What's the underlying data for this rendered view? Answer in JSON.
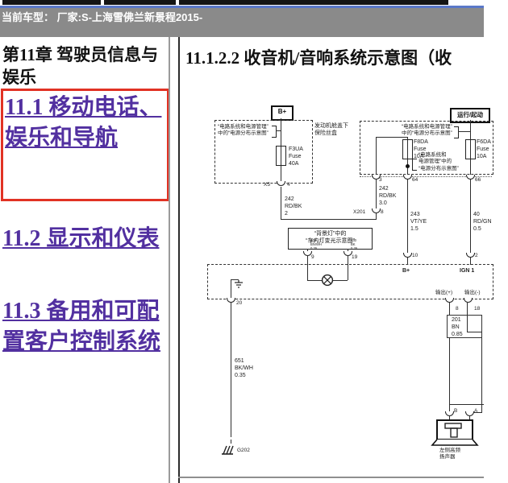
{
  "titlebar": {
    "model_info": "当前车型：  厂家:S-上海雪佛兰新景程2015-"
  },
  "sidebar": {
    "chapter_title": "第11章 驾驶员信息与娱乐",
    "links": [
      {
        "label": "11.1 移动电话、娱乐和导航",
        "highlighted": true
      },
      {
        "label": "11.2 显示和仪表",
        "highlighted": false
      },
      {
        "label": "11.3 备用和可配置客户控制系统",
        "highlighted": false
      }
    ]
  },
  "content": {
    "section_title": "11.1.2.2 收音机/音响系统示意图（收"
  },
  "diagram": {
    "battery_feed": "B+",
    "run_start": "运行/起动",
    "engine_fusebox": "发动机舱盖下\n保险丝盒",
    "power_ref_engine": "“电路系统和电源管理”\n中的“电源分布示意图”",
    "power_ref_ip_top": "“电路系统和电源管理”\n中的“电源分布示意图”",
    "power_ref_ip_mid": "“电路系统和\n电源管理”中的\n“电源分布示意图”",
    "fuse_f3ua": "F3UA\nFuse\n40A",
    "fuse_f8da": "F8DA\nFuse\n10A",
    "fuse_f6da": "F6DA\nFuse\n10A",
    "conn_x5": "X5",
    "pin_x5_4": "4",
    "wire_242_engine": "242\nRD/BK\n2",
    "pin_3": "3",
    "wire_242_ip": "242\nRD/BK\n3.0",
    "conn_x201": "X201",
    "pin_x201_8": "8",
    "pin_64": "64",
    "pin_66": "66",
    "wire_243": "243\nVT/YE\n1.5",
    "wire_40": "40\nRD/GN\n0.5",
    "backlight_ref": "“背景灯”中的\n“车内灯变光示意图”",
    "wire_308": "308\nBN/WH\n0.35",
    "wire_330": "330\nBK\n0.35",
    "pin_9": "9",
    "pin_19": "19",
    "pin_10": "10",
    "pin_2": "2",
    "radio_bplus": "B+",
    "radio_ign1": "IGN 1",
    "pin_20": "20",
    "out_pos": "输出(+)",
    "out_neg": "输出(-)",
    "pin_8": "8",
    "pin_18": "18",
    "wire_651": "651\nBK/WH\n0.35",
    "ground": "G202",
    "wire_201": "201\nBN\n0.85",
    "pin_b": "B",
    "pin_a": "A",
    "speaker": "左侧高频\n扬声器"
  },
  "colors": {
    "link_purple": "#5230a0",
    "highlight_red": "#e13224",
    "toolbar_blue": "#5a78c8",
    "statusbar_gray": "#8a8a8a"
  }
}
